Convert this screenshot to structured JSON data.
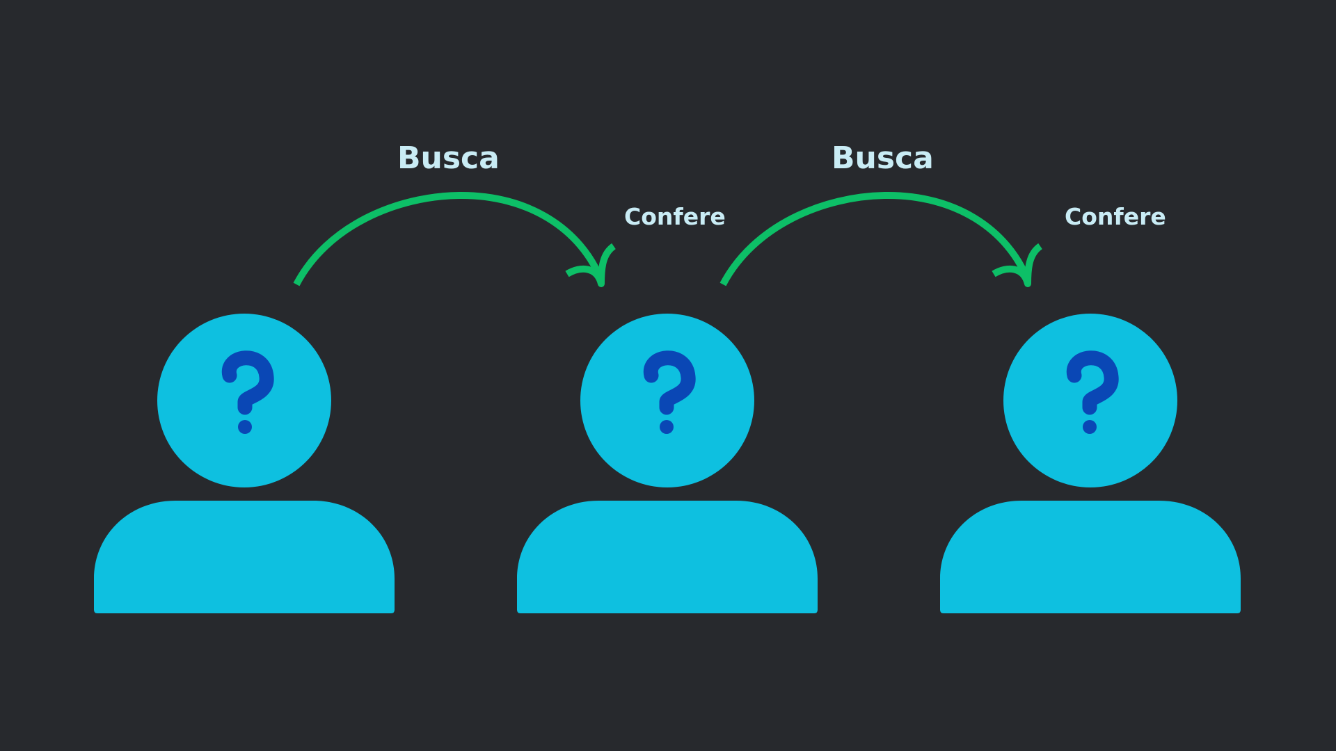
{
  "diagram": {
    "background_color": "#27292d",
    "person_color": "#0ec0e0",
    "question_mark_color": "#0a47b5",
    "arrow_color": "#0dbf67",
    "label_color": "#c9ecf5",
    "persons": [
      {
        "icon": "unknown-person-icon"
      },
      {
        "icon": "unknown-person-icon"
      },
      {
        "icon": "unknown-person-icon"
      }
    ],
    "steps": [
      {
        "action_label": "Busca",
        "check_label": "Confere",
        "icon": "curved-arrow-right-icon"
      },
      {
        "action_label": "Busca",
        "check_label": "Confere",
        "icon": "curved-arrow-right-icon"
      }
    ]
  }
}
